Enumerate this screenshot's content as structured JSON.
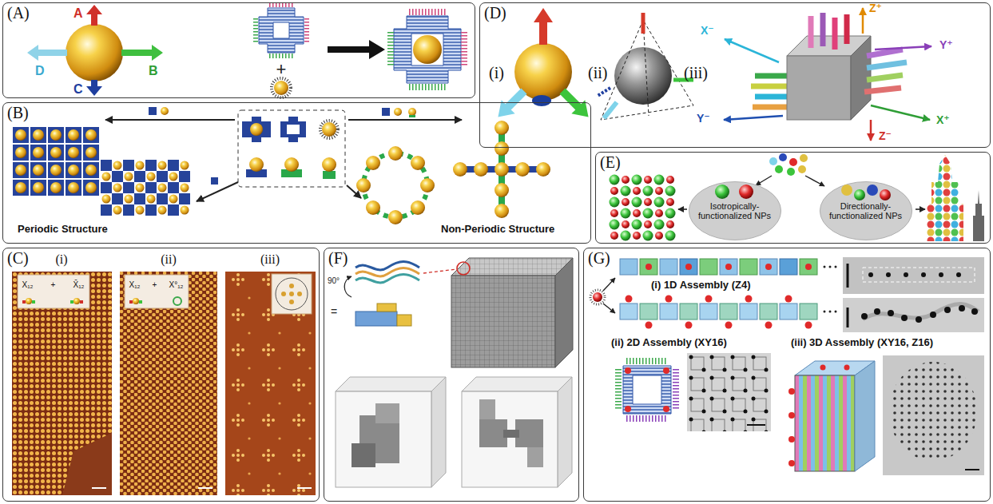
{
  "diagram": {
    "nodes": [
      {
        "text": [
          "(A)"
        ]
      },
      {
        "text": [
          "(D)"
        ]
      },
      {
        "text": [
          "(B)"
        ]
      },
      {
        "text": [
          "(E)"
        ]
      },
      {
        "text": [
          "Isotropically-functionalized NPs"
        ],
        "in": 3
      },
      {
        "text": [
          "Directionally-functionalized NPs"
        ],
        "in": 3
      },
      {
        "text": [
          "(C)"
        ]
      },
      {
        "text": [
          "X₁₂",
          "+",
          "X̄₁₂"
        ],
        "in": 6
      },
      {
        "text": [
          "X₁₂",
          "+",
          "X°₁₂"
        ],
        "in": 6
      },
      {
        "text": [
          "(F)"
        ]
      },
      {
        "text": [
          "(G)"
        ]
      }
    ],
    "labels": [
      "A",
      "B",
      "C",
      "D",
      "+",
      "(i)",
      "(ii)",
      "(iii)",
      "Z⁺",
      "X⁻",
      "Y⁺",
      "Y⁻",
      "X⁺",
      "Z⁻",
      "Periodic Structure",
      "Non-Periodic Structure",
      "(i)",
      "(ii)",
      "(iii)",
      "90°",
      "=",
      "(i) 1D Assembly (Z4)",
      "(ii) 2D Assembly (XY16)",
      "(iii) 3D Assembly (XY16, Z16)"
    ]
  }
}
